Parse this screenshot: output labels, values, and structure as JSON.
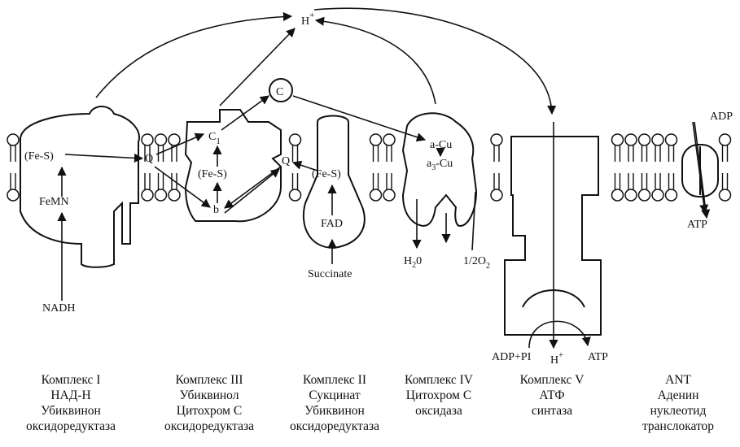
{
  "molecules": {
    "proton": "H",
    "proton_charge": "+",
    "cytochrome_c": "C",
    "fe_s": "(Fe-S)",
    "fmn": "FeMN",
    "nadh": "NADH",
    "ubiquinone": "Q",
    "cyt_c1": "C",
    "cyt_c1_sub": "1",
    "cyt_b": "b",
    "fad": "FAD",
    "succinate": "Succinate",
    "a_cu": "a-Cu",
    "a3_cu_a": "a",
    "a3_cu_sub": "3",
    "a3_cu_b": "-Cu",
    "water_a": "H",
    "water_sub": "2",
    "water_b": "0",
    "oxygen_a": "1/2O",
    "oxygen_sub": "2",
    "adp_pi": "ADP+PI",
    "atp": "ATP",
    "adp": "ADP"
  },
  "captions": [
    {
      "lines": [
        "Комплекс I",
        "НАД-Н",
        "Убиквинон",
        "оксидоредуктаза"
      ]
    },
    {
      "lines": [
        "Комплекс III",
        "Убиквинол",
        "Цитохром С",
        "оксидоредуктаза"
      ]
    },
    {
      "lines": [
        "Комплекс II",
        "Сукцинат",
        "Убиквинон",
        "оксидоредуктаза"
      ]
    },
    {
      "lines": [
        "Комплекс IV",
        "Цитохром С",
        "оксидаза"
      ]
    },
    {
      "lines": [
        "Комплекс V",
        "АТФ",
        "синтаза"
      ]
    },
    {
      "lines": [
        "ANT",
        "Аденин",
        "нуклеотид",
        "транслокатор"
      ]
    }
  ]
}
